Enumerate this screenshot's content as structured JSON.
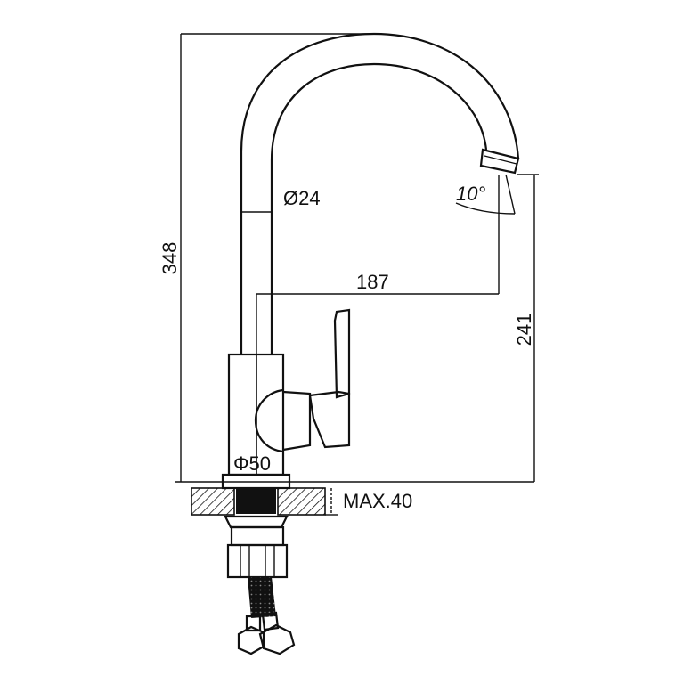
{
  "drawing": {
    "title": "Kitchen faucet dimension drawing",
    "dimensions": {
      "total_height": "348",
      "pipe_diameter": "Ø24",
      "spout_reach": "187",
      "spout_angle": "10°",
      "spout_height": "241",
      "base_diameter": "Φ50",
      "max_counter_thickness": "MAX.40"
    },
    "colors": {
      "line": "#111111",
      "background": "#ffffff"
    }
  }
}
